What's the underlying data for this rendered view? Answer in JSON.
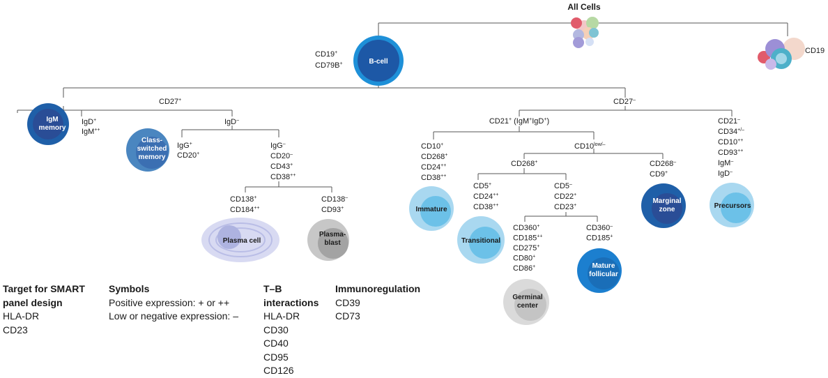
{
  "diagram": {
    "root": "All Cells",
    "root_marker": "CD19",
    "bcell": {
      "name": "B-cell",
      "markers": [
        [
          "CD19",
          "+"
        ],
        [
          "CD79B",
          "+"
        ]
      ]
    },
    "branches": {
      "cd27pos": [
        [
          "CD27",
          "+"
        ]
      ],
      "cd27neg": [
        [
          "CD27",
          "–"
        ]
      ],
      "igm_memory_markers": [
        [
          "IgD",
          "+"
        ],
        [
          "IgM",
          "++"
        ]
      ],
      "igd_neg": [
        [
          "IgD",
          "–"
        ]
      ],
      "class_switched_markers": [
        [
          "IgG",
          "+"
        ],
        [
          "CD20",
          "+"
        ]
      ],
      "plasma_path_markers": [
        [
          "IgG",
          "–"
        ],
        [
          "CD20",
          "–"
        ],
        [
          "CD43",
          "+"
        ],
        [
          "CD38",
          "++"
        ]
      ],
      "plasma_cell_markers": [
        [
          "CD138",
          "+"
        ],
        [
          "CD184",
          "++"
        ]
      ],
      "plasmablast_markers": [
        [
          "CD138",
          "–"
        ],
        [
          "CD93",
          "+"
        ]
      ],
      "cd21pos": [
        [
          "CD21",
          "+"
        ],
        [
          " (IgM",
          ""
        ],
        [
          "+",
          ""
        ],
        [
          "IgD",
          ""
        ],
        [
          "+",
          ""
        ],
        [
          ")",
          ""
        ]
      ],
      "immature_markers": [
        [
          "CD10",
          "+"
        ],
        [
          "CD268",
          "+"
        ],
        [
          "CD24",
          "++"
        ],
        [
          "CD38",
          "++"
        ]
      ],
      "cd10low": [
        [
          "CD10",
          "low/–"
        ]
      ],
      "cd268pos": [
        [
          "CD268",
          "+"
        ]
      ],
      "marginal_markers": [
        [
          "CD268",
          "–"
        ],
        [
          "CD9",
          "+"
        ]
      ],
      "transitional_markers": [
        [
          "CD5",
          "+"
        ],
        [
          "CD24",
          "++"
        ],
        [
          "CD38",
          "++"
        ]
      ],
      "cd5neg_markers": [
        [
          "CD5",
          "–"
        ],
        [
          "CD22",
          "+"
        ],
        [
          "CD23",
          "+"
        ]
      ],
      "germinal_markers": [
        [
          "CD360",
          "+"
        ],
        [
          "CD185",
          "++"
        ],
        [
          "CD275",
          "+"
        ],
        [
          "CD80",
          "+"
        ],
        [
          "CD86",
          "+"
        ]
      ],
      "follicular_markers": [
        [
          "CD360",
          "–"
        ],
        [
          "CD185",
          "+"
        ]
      ],
      "precursor_markers": [
        [
          "CD21",
          "–"
        ],
        [
          "CD34",
          "+/–"
        ],
        [
          "CD10",
          "++"
        ],
        [
          "CD93",
          "++"
        ],
        [
          "IgM",
          "–"
        ],
        [
          "IgD",
          "–"
        ]
      ]
    },
    "cells": {
      "igm_memory": [
        "IgM",
        "memory"
      ],
      "class_switched": [
        "Class-",
        "switched",
        "memory"
      ],
      "plasma_cell": [
        "Plasma cell"
      ],
      "plasmablast": [
        "Plasma-",
        "blast"
      ],
      "immature": [
        "Immature"
      ],
      "transitional": [
        "Transitional"
      ],
      "germinal": [
        "Germinal",
        "center"
      ],
      "mature_follicular": [
        "Mature",
        "follicular"
      ],
      "marginal_zone": [
        "Marginal",
        "zone"
      ],
      "precursors": [
        "Precursors"
      ]
    }
  },
  "legend": {
    "target": {
      "title_lines": [
        "Target for SMART",
        "panel design"
      ],
      "items": [
        "HLA-DR",
        "CD23"
      ]
    },
    "symbols": {
      "title": "Symbols",
      "items": [
        "Positive expression: + or ++",
        "Low or negative expression: –"
      ]
    },
    "tb": {
      "title_lines": [
        "T–B",
        "interactions"
      ],
      "items": [
        "HLA-DR",
        "CD30",
        "CD40",
        "CD95",
        "CD126"
      ]
    },
    "immuno": {
      "title": "Immunoregulation",
      "items": [
        "CD39",
        "CD73"
      ]
    }
  },
  "colors": {
    "dark_blue": "#1f5fa8",
    "inner_dark": "#2a4d96",
    "mid_blue": "#4a86c0",
    "light_blue": "#a9d8f0",
    "light_inner": "#6cc1e8",
    "bright_blue": "#1c7fcf",
    "grey": "#c7c7c7",
    "grey_inner": "#9e9e9e",
    "lavender": "#d8daf2",
    "lavender_inner": "#aeb3e0"
  }
}
